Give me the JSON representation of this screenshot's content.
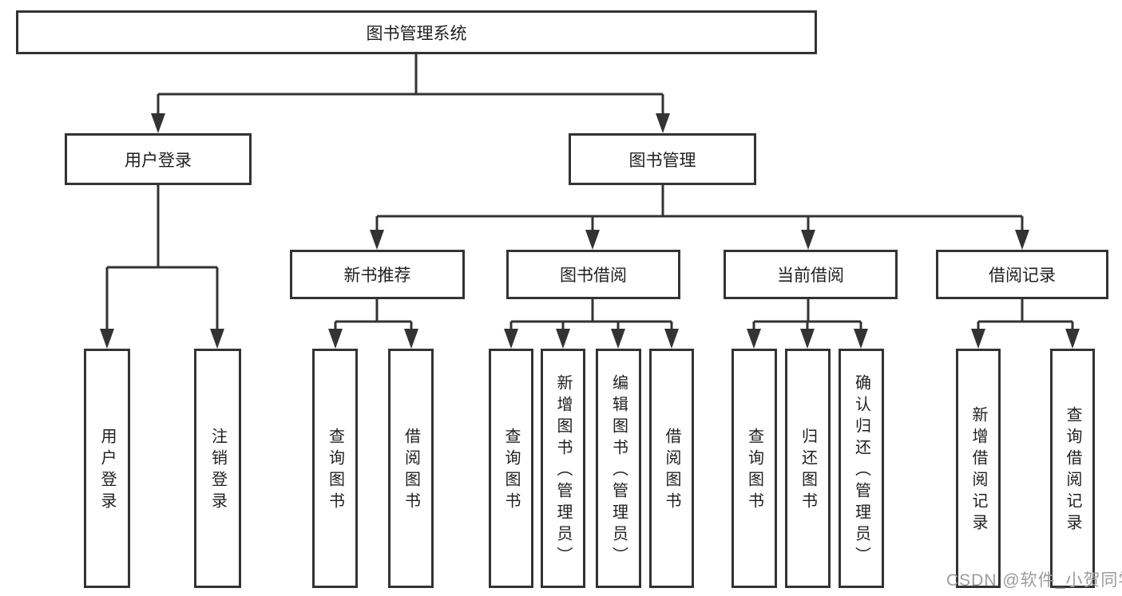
{
  "colors": {
    "line": "#333333",
    "box_border": "#333333",
    "text": "#1f1f1f",
    "watermark": "#9c9c9c",
    "background": "#ffffff"
  },
  "watermark": {
    "text": "CSDN @软件_小贺同学"
  },
  "nodes": {
    "root": {
      "label": "图书管理系统"
    },
    "user_login": {
      "label": "用户登录",
      "children": {
        "login": "用户登录",
        "logout": "注销登录"
      }
    },
    "book_mgmt": {
      "label": "图书管理"
    },
    "new_book_rec": {
      "label": "新书推荐",
      "children": {
        "query": "查询图书",
        "borrow": "借阅图书"
      }
    },
    "book_borrow": {
      "label": "图书借阅",
      "children": {
        "query": "查询图书",
        "add": "新增图书（管理员）",
        "edit": "编辑图书（管理员）",
        "borrow": "借阅图书"
      }
    },
    "current_borrow": {
      "label": "当前借阅",
      "children": {
        "query": "查询图书",
        "return": "归还图书",
        "confirm_return": "确认归还（管理员）"
      }
    },
    "borrow_record": {
      "label": "借阅记录",
      "children": {
        "add": "新增借阅记录",
        "query": "查询借阅记录"
      }
    }
  }
}
